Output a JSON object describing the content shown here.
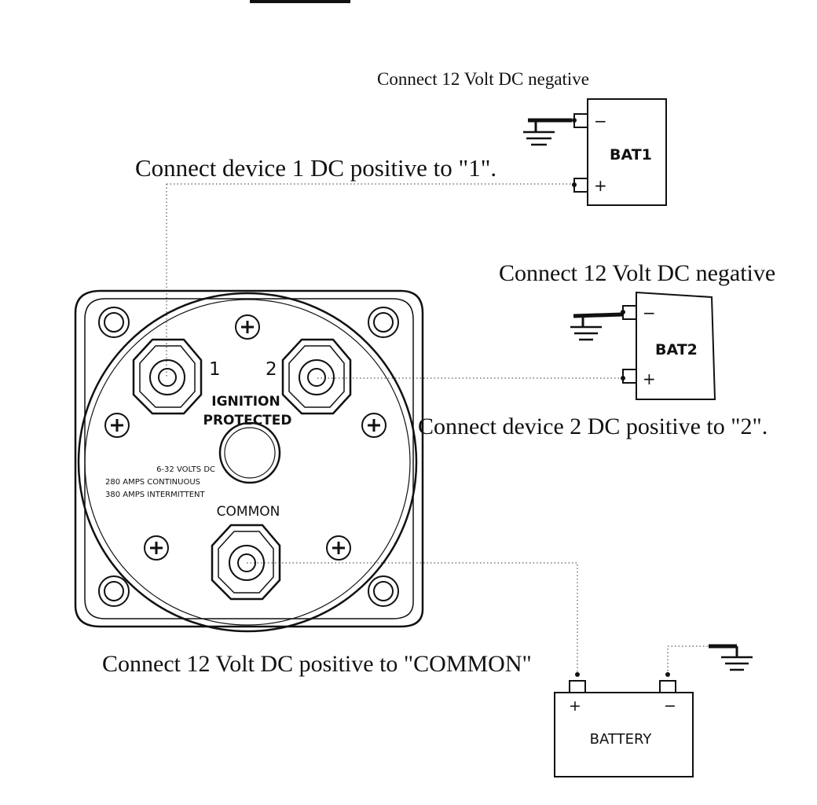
{
  "labels": {
    "bat1_negative": "Connect 12 Volt DC negative",
    "device1": "Connect device 1 DC positive to  \"1\".",
    "bat2_negative": "Connect 12 Volt DC negative",
    "device2": "Connect device 2 DC positive to  \"2\".",
    "common": "Connect 12 Volt DC positive to \"COMMON\""
  },
  "bat1": {
    "name": "BAT1",
    "minus": "−",
    "plus": "+"
  },
  "bat2": {
    "name": "BAT2",
    "minus": "−",
    "plus": "+"
  },
  "battery": {
    "name": "BATTERY",
    "plus": "+",
    "minus": "−"
  },
  "switch": {
    "terminal_1": "1",
    "terminal_2": "2",
    "label_line1": "IGNITION",
    "label_line2": "PROTECTED",
    "spec_line1": "6-32  VOLTS DC",
    "spec_line2": "280  AMPS CONTINUOUS",
    "spec_line3": "380  AMPS INTERMITTENT",
    "common": "COMMON"
  }
}
